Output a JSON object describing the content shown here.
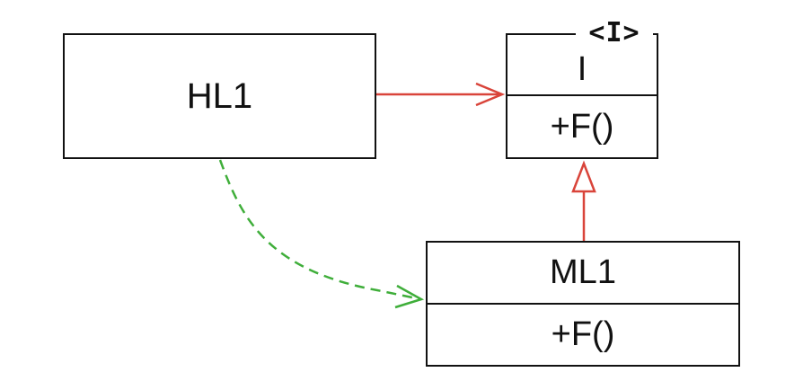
{
  "nodes": {
    "hl1": {
      "name": "HL1"
    },
    "interface": {
      "stereotype": "<I>",
      "name": "I",
      "method": "+F()"
    },
    "ml1": {
      "name": "ML1",
      "method": "+F()"
    }
  },
  "edges": [
    {
      "from": "HL1",
      "to": "I",
      "style": "solid",
      "arrow": "open",
      "color": "#d9443a"
    },
    {
      "from": "ML1",
      "to": "I",
      "style": "solid",
      "arrow": "hollow-triangle",
      "color": "#d9443a"
    },
    {
      "from": "HL1",
      "to": "ML1",
      "style": "dashed",
      "arrow": "open",
      "color": "#3fae3a"
    }
  ],
  "colors": {
    "association": "#d9443a",
    "realization": "#d9443a",
    "dependency": "#3fae3a",
    "box_border": "#111111"
  }
}
